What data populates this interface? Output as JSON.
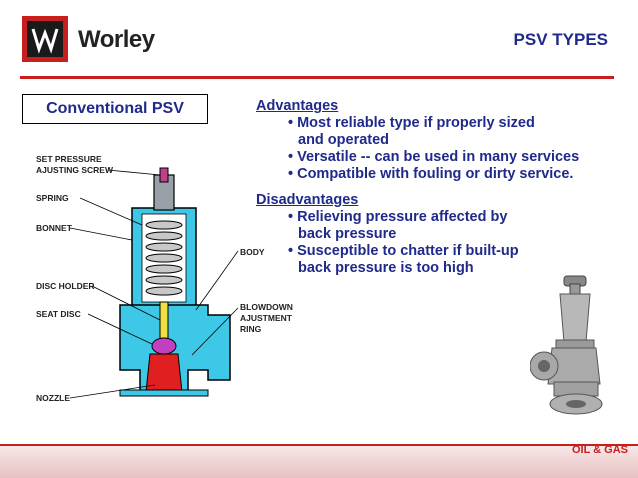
{
  "header": {
    "logo_text": "Worley",
    "title": "PSV TYPES"
  },
  "label_box": "Conventional PSV",
  "diagram_labels": {
    "set_pressure": "SET PRESSURE",
    "adjusting_screw": "AJUSTING SCREW",
    "spring": "SPRING",
    "bonnet": "BONNET",
    "body": "BODY",
    "disc_holder": "DISC HOLDER",
    "seat_disc": "SEAT DISC",
    "blowdown_1": "BLOWDOWN",
    "blowdown_2": "AJUSTMENT",
    "blowdown_3": "RING",
    "nozzle": "NOZZLE"
  },
  "advantages": {
    "heading": "Advantages",
    "items": [
      "• Most reliable type if properly sized",
      "and operated",
      "• Versatile -- can be used in many services",
      "• Compatible with fouling or dirty service."
    ]
  },
  "disadvantages": {
    "heading": "Disadvantages",
    "items": [
      "• Relieving pressure affected by",
      "back pressure",
      "• Susceptible to chatter if built-up",
      "back pressure is too high"
    ]
  },
  "footer": {
    "text": "OIL & GAS"
  },
  "colors": {
    "accent_red": "#c81e1e",
    "text_blue": "#1f2a8a",
    "valve_cyan": "#3cc8e6"
  }
}
